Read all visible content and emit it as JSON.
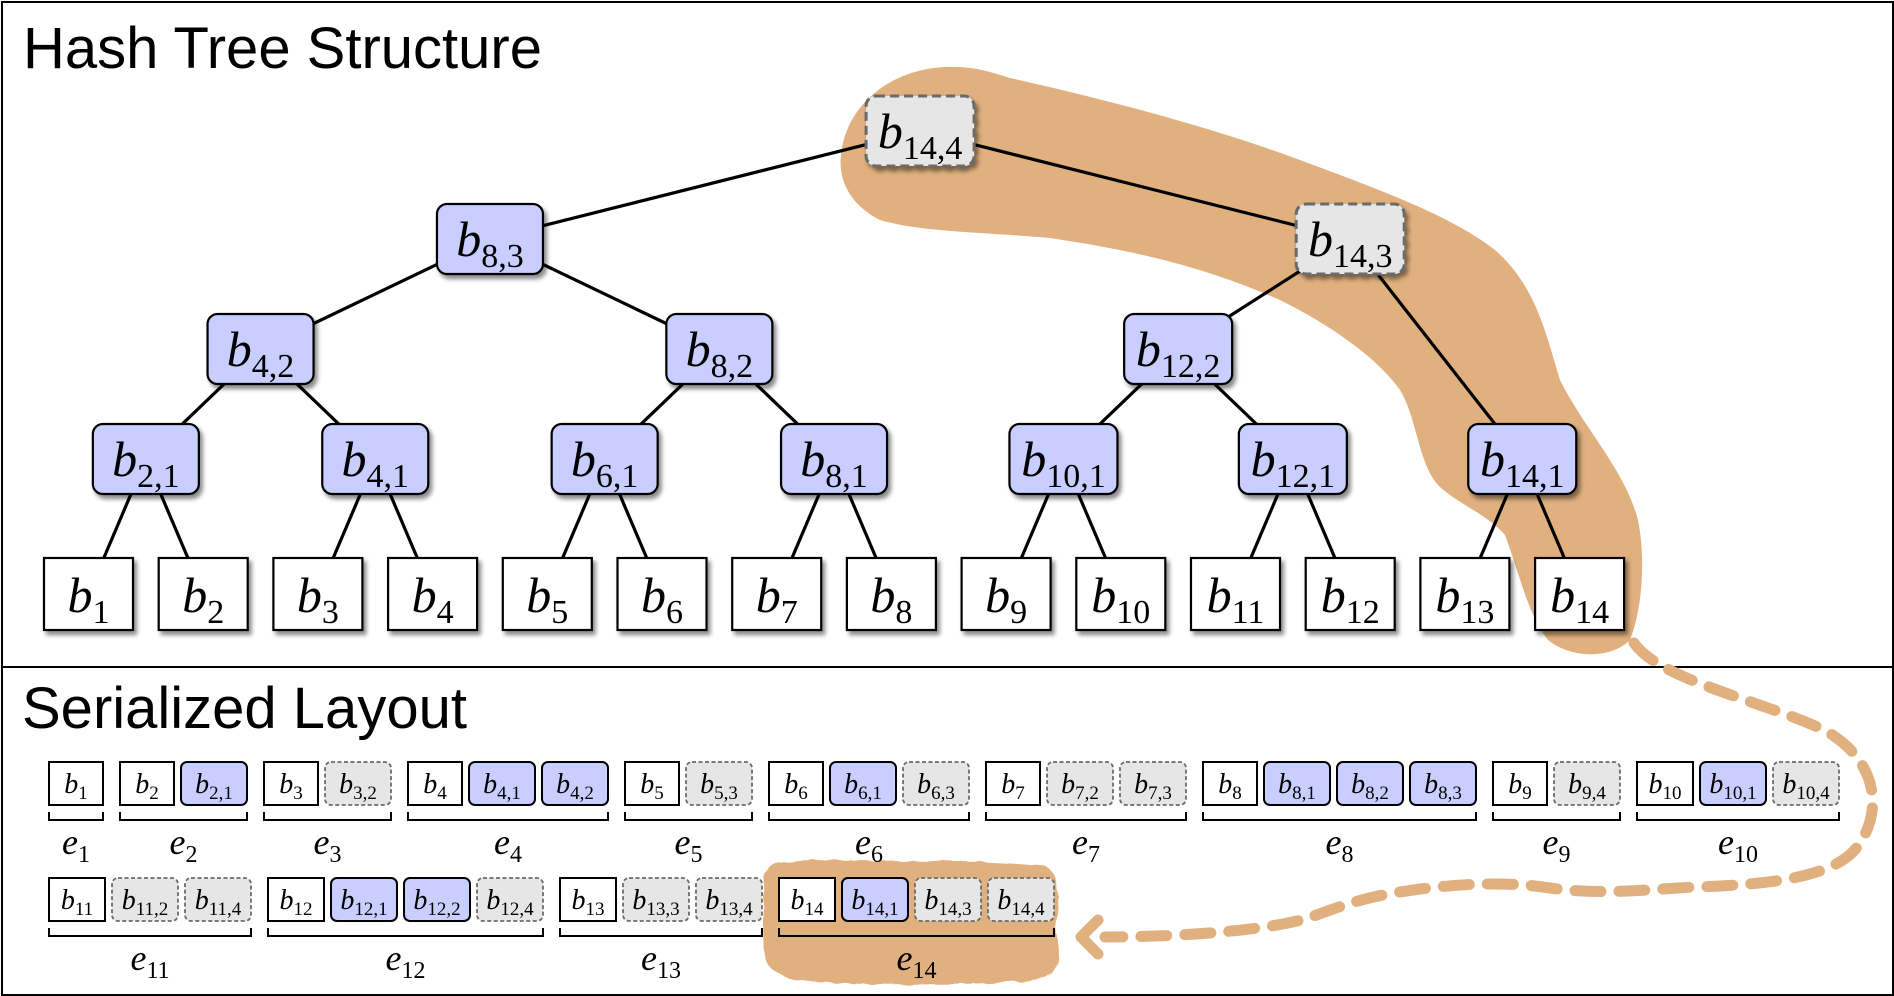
{
  "titles": {
    "tree": "Hash Tree Structure",
    "serialized": "Serialized Layout"
  },
  "colors": {
    "computed_fill": "#c8ceff",
    "padding_fill": "#e6e6e6",
    "padding_border": "#6b6b6b",
    "leaf_fill": "#ffffff",
    "highlight": "#e0b07e",
    "line": "#000000"
  },
  "tree": {
    "leaves": [
      {
        "id": "b1",
        "base": "b",
        "sub": "1"
      },
      {
        "id": "b2",
        "base": "b",
        "sub": "2"
      },
      {
        "id": "b3",
        "base": "b",
        "sub": "3"
      },
      {
        "id": "b4",
        "base": "b",
        "sub": "4"
      },
      {
        "id": "b5",
        "base": "b",
        "sub": "5"
      },
      {
        "id": "b6",
        "base": "b",
        "sub": "6"
      },
      {
        "id": "b7",
        "base": "b",
        "sub": "7"
      },
      {
        "id": "b8",
        "base": "b",
        "sub": "8"
      },
      {
        "id": "b9",
        "base": "b",
        "sub": "9"
      },
      {
        "id": "b10",
        "base": "b",
        "sub": "10"
      },
      {
        "id": "b11",
        "base": "b",
        "sub": "11"
      },
      {
        "id": "b12",
        "base": "b",
        "sub": "12"
      },
      {
        "id": "b13",
        "base": "b",
        "sub": "13"
      },
      {
        "id": "b14",
        "base": "b",
        "sub": "14"
      }
    ],
    "internal": [
      {
        "id": "b2_1",
        "base": "b",
        "sub": "2,1",
        "level": 1,
        "kind": "computed",
        "children": [
          "b1",
          "b2"
        ]
      },
      {
        "id": "b4_1",
        "base": "b",
        "sub": "4,1",
        "level": 1,
        "kind": "computed",
        "children": [
          "b3",
          "b4"
        ]
      },
      {
        "id": "b6_1",
        "base": "b",
        "sub": "6,1",
        "level": 1,
        "kind": "computed",
        "children": [
          "b5",
          "b6"
        ]
      },
      {
        "id": "b8_1",
        "base": "b",
        "sub": "8,1",
        "level": 1,
        "kind": "computed",
        "children": [
          "b7",
          "b8"
        ]
      },
      {
        "id": "b10_1",
        "base": "b",
        "sub": "10,1",
        "level": 1,
        "kind": "computed",
        "children": [
          "b9",
          "b10"
        ]
      },
      {
        "id": "b12_1",
        "base": "b",
        "sub": "12,1",
        "level": 1,
        "kind": "computed",
        "children": [
          "b11",
          "b12"
        ]
      },
      {
        "id": "b14_1",
        "base": "b",
        "sub": "14,1",
        "level": 1,
        "kind": "computed",
        "children": [
          "b13",
          "b14"
        ]
      },
      {
        "id": "b4_2",
        "base": "b",
        "sub": "4,2",
        "level": 2,
        "kind": "computed",
        "children": [
          "b2_1",
          "b4_1"
        ]
      },
      {
        "id": "b8_2",
        "base": "b",
        "sub": "8,2",
        "level": 2,
        "kind": "computed",
        "children": [
          "b6_1",
          "b8_1"
        ]
      },
      {
        "id": "b12_2",
        "base": "b",
        "sub": "12,2",
        "level": 2,
        "kind": "computed",
        "children": [
          "b10_1",
          "b12_1"
        ]
      },
      {
        "id": "b8_3",
        "base": "b",
        "sub": "8,3",
        "level": 3,
        "kind": "computed",
        "children": [
          "b4_2",
          "b8_2"
        ]
      },
      {
        "id": "b14_3",
        "base": "b",
        "sub": "14,3",
        "level": 3,
        "kind": "padding",
        "children": [
          "b12_2",
          "b14_1"
        ]
      },
      {
        "id": "b14_4",
        "base": "b",
        "sub": "14,4",
        "level": 4,
        "kind": "padding",
        "children": [
          "b8_3",
          "b14_3"
        ]
      }
    ],
    "highlighted_path": [
      "b14_4",
      "b14_3",
      "b14_1",
      "b14"
    ]
  },
  "serialized": {
    "rows": [
      [
        {
          "label": "e",
          "sub": "1",
          "blocks": [
            {
              "sub": "1",
              "kind": "leaf"
            }
          ]
        },
        {
          "label": "e",
          "sub": "2",
          "blocks": [
            {
              "sub": "2",
              "kind": "leaf"
            },
            {
              "sub": "2,1",
              "kind": "computed"
            }
          ]
        },
        {
          "label": "e",
          "sub": "3",
          "blocks": [
            {
              "sub": "3",
              "kind": "leaf"
            },
            {
              "sub": "3,2",
              "kind": "padding"
            }
          ]
        },
        {
          "label": "e",
          "sub": "4",
          "blocks": [
            {
              "sub": "4",
              "kind": "leaf"
            },
            {
              "sub": "4,1",
              "kind": "computed"
            },
            {
              "sub": "4,2",
              "kind": "computed"
            }
          ]
        },
        {
          "label": "e",
          "sub": "5",
          "blocks": [
            {
              "sub": "5",
              "kind": "leaf"
            },
            {
              "sub": "5,3",
              "kind": "padding"
            }
          ]
        },
        {
          "label": "e",
          "sub": "6",
          "blocks": [
            {
              "sub": "6",
              "kind": "leaf"
            },
            {
              "sub": "6,1",
              "kind": "computed"
            },
            {
              "sub": "6,3",
              "kind": "padding"
            }
          ]
        },
        {
          "label": "e",
          "sub": "7",
          "blocks": [
            {
              "sub": "7",
              "kind": "leaf"
            },
            {
              "sub": "7,2",
              "kind": "padding"
            },
            {
              "sub": "7,3",
              "kind": "padding"
            }
          ]
        },
        {
          "label": "e",
          "sub": "8",
          "blocks": [
            {
              "sub": "8",
              "kind": "leaf"
            },
            {
              "sub": "8,1",
              "kind": "computed"
            },
            {
              "sub": "8,2",
              "kind": "computed"
            },
            {
              "sub": "8,3",
              "kind": "computed"
            }
          ]
        },
        {
          "label": "e",
          "sub": "9",
          "blocks": [
            {
              "sub": "9",
              "kind": "leaf"
            },
            {
              "sub": "9,4",
              "kind": "padding"
            }
          ]
        },
        {
          "label": "e",
          "sub": "10",
          "blocks": [
            {
              "sub": "10",
              "kind": "leaf"
            },
            {
              "sub": "10,1",
              "kind": "computed"
            },
            {
              "sub": "10,4",
              "kind": "padding"
            }
          ]
        }
      ],
      [
        {
          "label": "e",
          "sub": "11",
          "blocks": [
            {
              "sub": "11",
              "kind": "leaf"
            },
            {
              "sub": "11,2",
              "kind": "padding"
            },
            {
              "sub": "11,4",
              "kind": "padding"
            }
          ]
        },
        {
          "label": "e",
          "sub": "12",
          "blocks": [
            {
              "sub": "12",
              "kind": "leaf"
            },
            {
              "sub": "12,1",
              "kind": "computed"
            },
            {
              "sub": "12,2",
              "kind": "computed"
            },
            {
              "sub": "12,4",
              "kind": "padding"
            }
          ]
        },
        {
          "label": "e",
          "sub": "13",
          "blocks": [
            {
              "sub": "13",
              "kind": "leaf"
            },
            {
              "sub": "13,3",
              "kind": "padding"
            },
            {
              "sub": "13,4",
              "kind": "padding"
            }
          ]
        },
        {
          "label": "e",
          "sub": "14",
          "highlighted": true,
          "blocks": [
            {
              "sub": "14",
              "kind": "leaf"
            },
            {
              "sub": "14,1",
              "kind": "computed"
            },
            {
              "sub": "14,3",
              "kind": "padding"
            },
            {
              "sub": "14,4",
              "kind": "padding"
            }
          ]
        }
      ]
    ],
    "block_base": "b"
  }
}
